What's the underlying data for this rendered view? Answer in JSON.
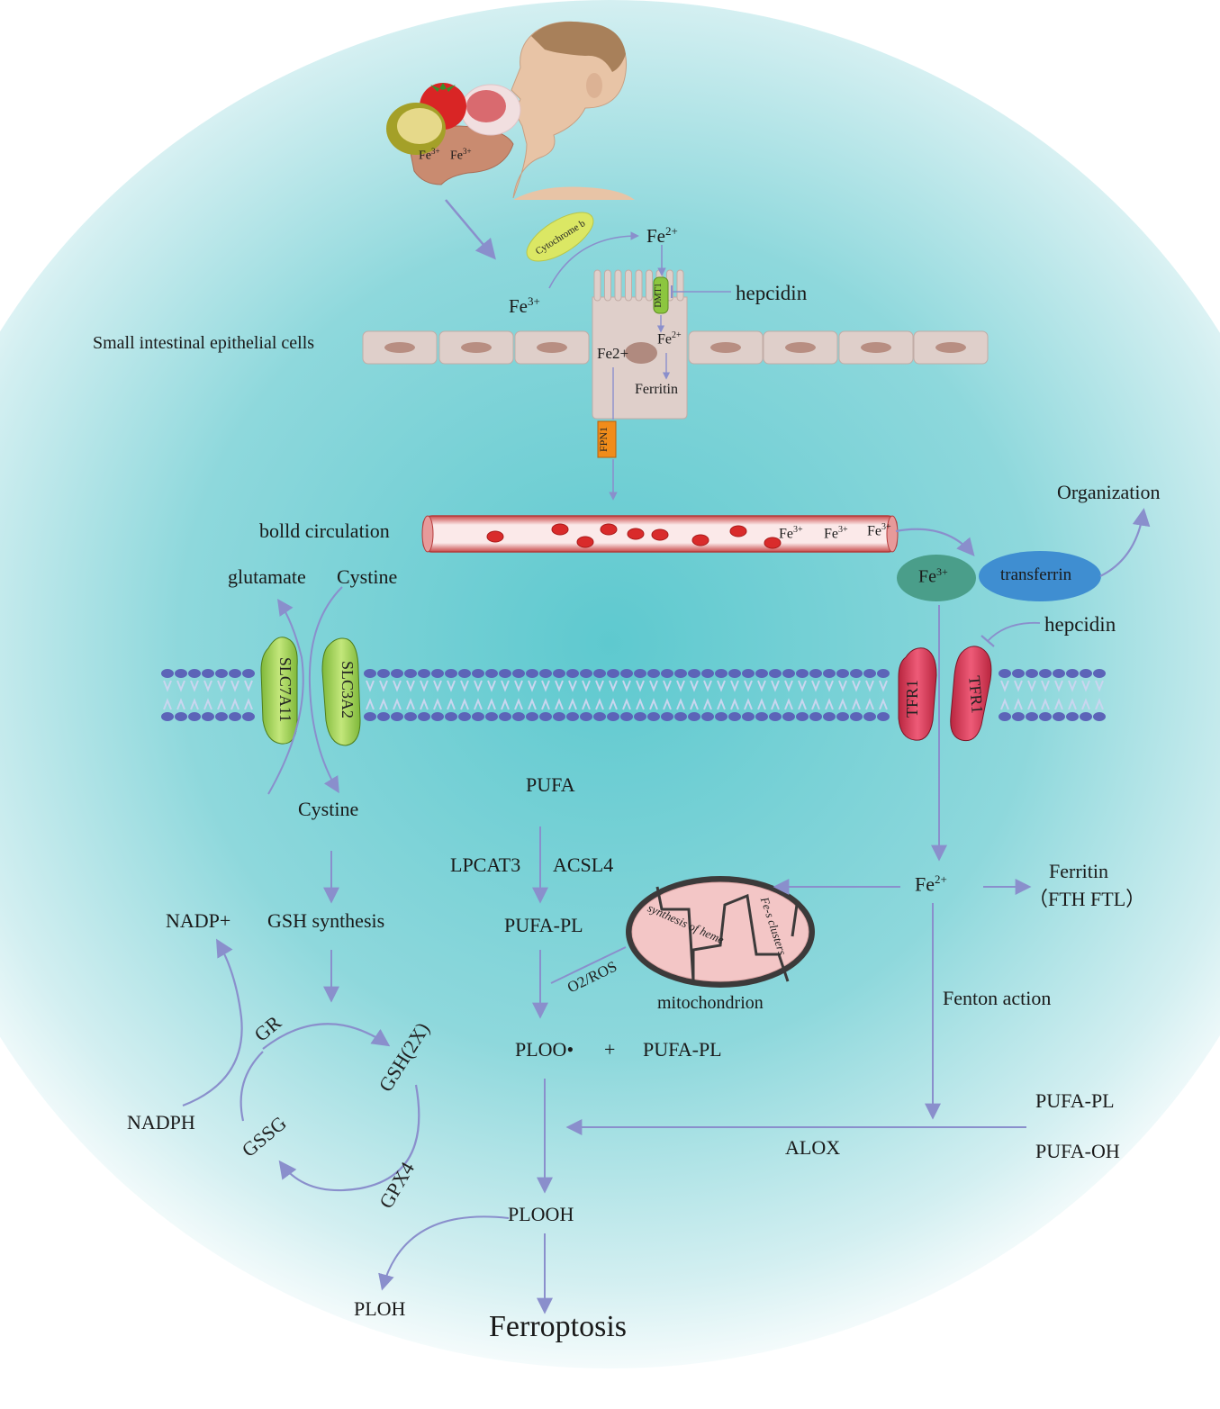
{
  "labels": {
    "fe3_food_a": "Fe",
    "fe3_food_a_sup": "3+",
    "fe3_food_b": "Fe",
    "fe3_food_b_sup": "3+",
    "cytochrome_b": "Cytochrome b",
    "fe2_top": "Fe",
    "fe2_top_sup": "2+",
    "fe3_lumen": "Fe",
    "fe3_lumen_sup": "3+",
    "dmt1": "DMT1",
    "hepcidin_top": "hepcidin",
    "small_intestinal": "Small intestinal epithelial cells",
    "fe2_cell_a": "Fe2+",
    "fe2_cell_b": "Fe",
    "fe2_cell_b_sup": "2+",
    "ferritin_cell": "Ferritin",
    "fpn1": "FPN1",
    "blood_circulation": "bolld circulation",
    "fe3_blood_1": "Fe",
    "fe3_blood_1_sup": "3+",
    "fe3_blood_2": "Fe",
    "fe3_blood_2_sup": "3+",
    "fe3_blood_3": "Fe",
    "fe3_blood_3_sup": "3+",
    "organization": "Organization",
    "fe3_tf": "Fe",
    "fe3_tf_sup": "3+",
    "transferrin": "transferrin",
    "hepcidin_right": "hepcidin",
    "tfr1_a": "TFR1",
    "tfr1_b": "TFR1",
    "glutamate": "glutamate",
    "cystine_top": "Cystine",
    "slc7a11": "SLC7A11",
    "slc3a2": "SLC3A2",
    "cystine_bottom": "Cystine",
    "pufa": "PUFA",
    "lpcat3": "LPCAT3",
    "acsl4": "ACSL4",
    "pufa_pl_1": "PUFA-PL",
    "nadp_plus": "NADP+",
    "gsh_synthesis": "GSH synthesis",
    "fe2_right": "Fe",
    "fe2_right_sup": "2+",
    "ferritin_right": "Ferritin",
    "fth_ftl": "（FTH FTL）",
    "synthesis_of_heme": "synthesis of heme",
    "fe_s_clusters": "Fe-s clusters",
    "o2_ros": "O2/ROS",
    "mitochondrion": "mitochondrion",
    "fenton_action": "Fenton action",
    "gr": "GR",
    "gsh_2x": "GSH(2X)",
    "ploo": "PLOO•",
    "plus": "+",
    "pufa_pl_2": "PUFA-PL",
    "nadph": "NADPH",
    "gssg": "GSSG",
    "pufa_pl_3": "PUFA-PL",
    "alox": "ALOX",
    "pufa_oh": "PUFA-OH",
    "gpx4": "GPX4",
    "plooh": "PLOOH",
    "ploh": "PLOH",
    "ferroptosis": "Ferroptosis"
  },
  "colors": {
    "background_center": "#62cbd0",
    "background_edge": "#ffffff",
    "arrow": "#8a8fcc",
    "membrane_head": "#5c64b8",
    "membrane_tail": "#c9d6ef",
    "transporter_green": "#a6d45a",
    "tfr1_red": "#d93a57",
    "transferrin_blue": "#3f8ed1",
    "fe3_teal": "#4a9e8a",
    "dmt1_green": "#8cc63f",
    "fpn1_orange": "#f08c1a",
    "cell_pink": "#dfcfca",
    "vessel_red": "#d84a4a",
    "mito_pink": "#f3c6c6"
  },
  "icons": [
    "person-eating-icon",
    "tomato-icon",
    "meat-icon",
    "liver-icon",
    "red-blood-cell-icon",
    "mitochondrion-icon"
  ]
}
